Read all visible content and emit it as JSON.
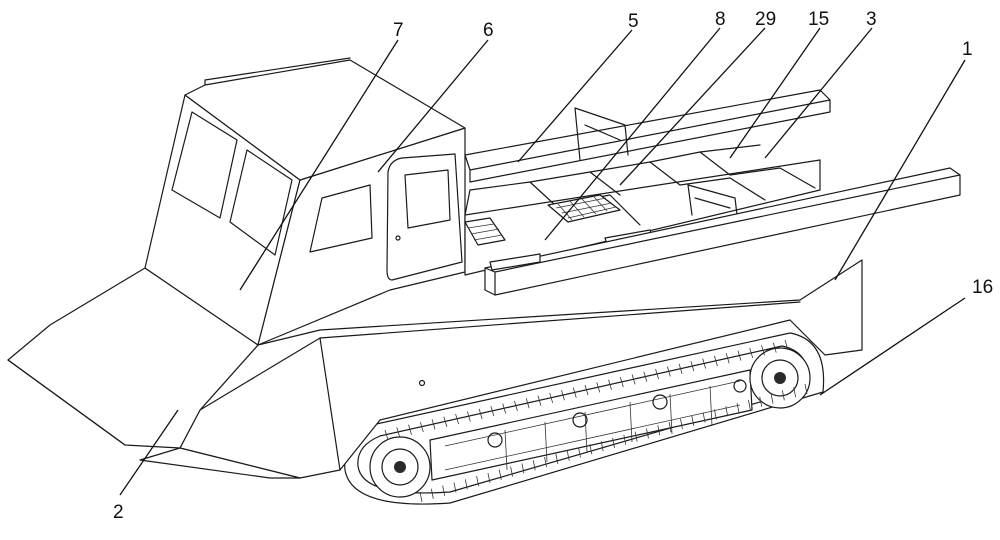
{
  "labels": {
    "l1": "1",
    "l2": "2",
    "l3": "3",
    "l5": "5",
    "l6": "6",
    "l7": "7",
    "l8": "8",
    "l15": "15",
    "l16": "16",
    "l29": "29"
  }
}
